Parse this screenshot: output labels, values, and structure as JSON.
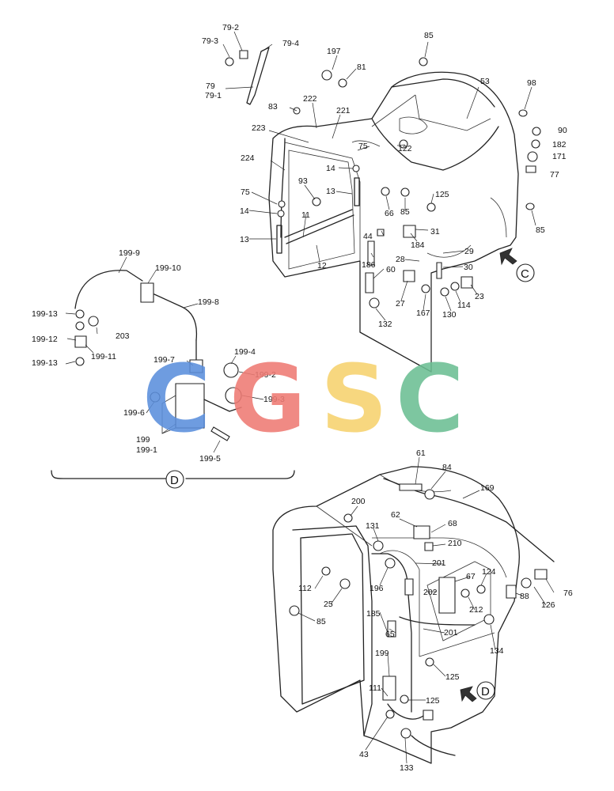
{
  "watermark": {
    "letters": [
      "C",
      "G",
      "S",
      "C"
    ],
    "colors": [
      "#5b8fdc",
      "#ef7b74",
      "#f6d26e",
      "#6cbf93"
    ]
  },
  "views": {
    "c_marker": "C",
    "d_marker_top": "D",
    "d_marker_bottom": "D"
  },
  "labels": {
    "l_79_2": "79-2",
    "l_79_3": "79-3",
    "l_79_4": "79-4",
    "l_79": "79",
    "l_79_1": "79-1",
    "l_83": "83",
    "l_222": "222",
    "l_221": "221",
    "l_223": "223",
    "l_224": "224",
    "l_197": "197",
    "l_81": "81",
    "l_85_a": "85",
    "l_53": "53",
    "l_98": "98",
    "l_90": "90",
    "l_182": "182",
    "l_171": "171",
    "l_77": "77",
    "l_75_a": "75",
    "l_122": "122",
    "l_14_a": "14",
    "l_93": "93",
    "l_13_a": "13",
    "l_75_b": "75",
    "l_14_b": "14",
    "l_11": "11",
    "l_13_b": "13",
    "l_12": "12",
    "l_66": "66",
    "l_85_b": "85",
    "l_125_a": "125",
    "l_85_c": "85",
    "l_44": "44",
    "l_184": "184",
    "l_31": "31",
    "l_29": "29",
    "l_186": "186",
    "l_28": "28",
    "l_30": "30",
    "l_60": "60",
    "l_27": "27",
    "l_167": "167",
    "l_130": "130",
    "l_114": "114",
    "l_23": "23",
    "l_132": "132",
    "l_199_9": "199-9",
    "l_199_10": "199-10",
    "l_199_8": "199-8",
    "l_199_13_a": "199-13",
    "l_203": "203",
    "l_199_12": "199-12",
    "l_199_11": "199-11",
    "l_199_13_b": "199-13",
    "l_199_7": "199-7",
    "l_199_4": "199-4",
    "l_199_2": "199-2",
    "l_199_3": "199-3",
    "l_199_6": "199-6",
    "l_199": "199",
    "l_199_1": "199-1",
    "l_199_5": "199-5",
    "l_61": "61",
    "l_84": "84",
    "l_169": "169",
    "l_200": "200",
    "l_62": "62",
    "l_68": "68",
    "l_131": "131",
    "l_210": "210",
    "l_201_a": "201",
    "l_67": "67",
    "l_124": "124",
    "l_112": "112",
    "l_196": "196",
    "l_202": "202",
    "l_76": "76",
    "l_25": "25",
    "l_212": "212",
    "l_88": "88",
    "l_126": "126",
    "l_185": "185",
    "l_85_d": "85",
    "l_65": "65",
    "l_201_b": "201",
    "l_134": "134",
    "l_199_b": "199",
    "l_125_b": "125",
    "l_111": "111",
    "l_125_c": "125",
    "l_43": "43",
    "l_133": "133"
  }
}
